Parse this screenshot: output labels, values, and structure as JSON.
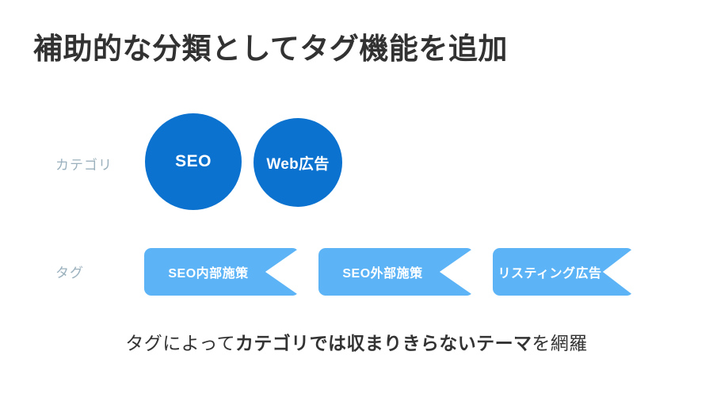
{
  "slide": {
    "title": "補助的な分類としてタグ機能を追加",
    "background_color": "#ffffff",
    "title_color": "#323232"
  },
  "rows": {
    "category": {
      "label": "カテゴリ",
      "label_color": "#9ab1bd",
      "circle_color": "#0b72d0",
      "items": [
        {
          "label": "SEO"
        },
        {
          "label": "Web広告"
        }
      ]
    },
    "tag": {
      "label": "タグ",
      "label_color": "#9ab1bd",
      "ribbon_color": "#5cb4f7",
      "items": [
        {
          "label": "SEO内部施策"
        },
        {
          "label": "SEO外部施策"
        },
        {
          "label": "リスティング広告"
        }
      ]
    }
  },
  "caption": {
    "lead": "タグによって",
    "emphasis": "カテゴリでは収まりきらないテーマ",
    "tail": "を網羅"
  }
}
